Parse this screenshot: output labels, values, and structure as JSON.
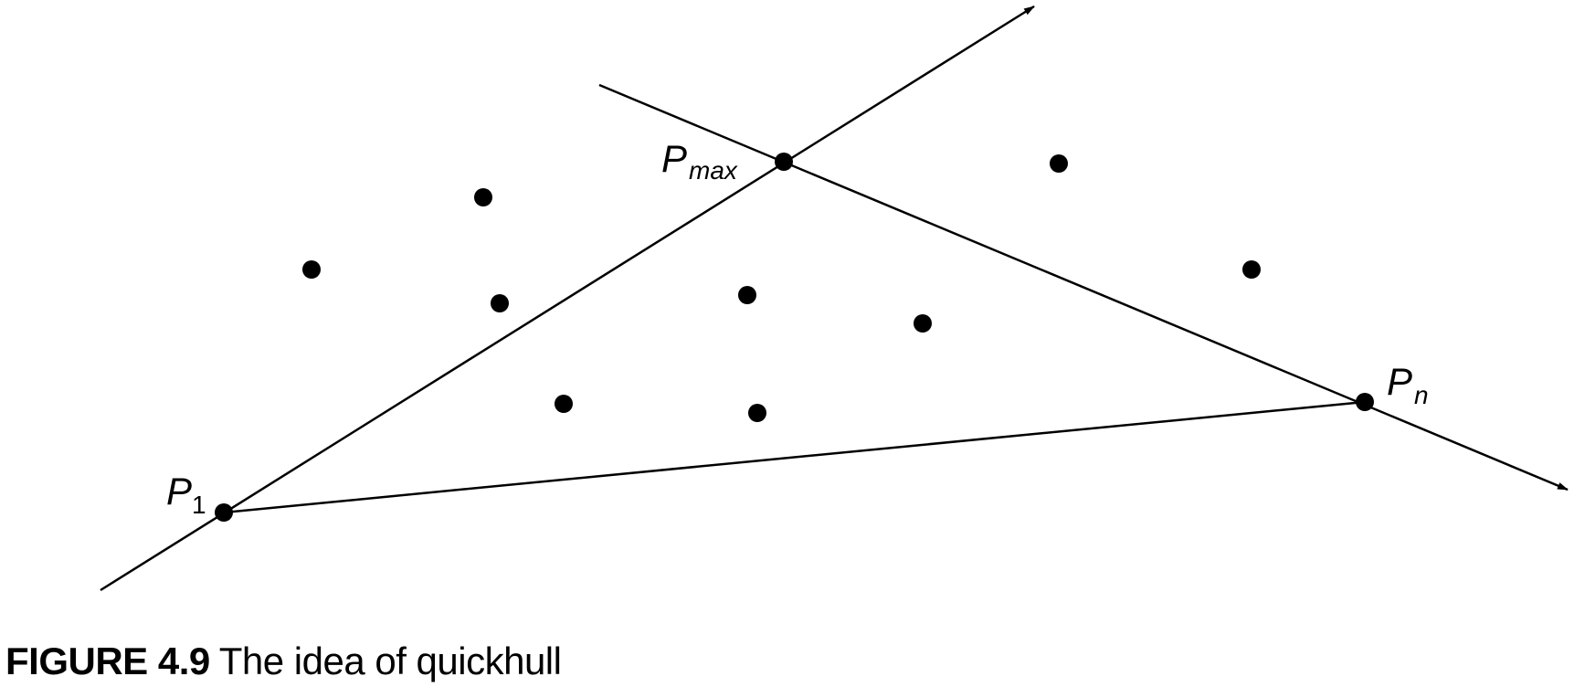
{
  "diagram": {
    "colors": {
      "ink": "#000000",
      "background": "#ffffff"
    },
    "labels": {
      "p1_base": "P",
      "p1_sub": "1",
      "pmax_base": "P",
      "pmax_sub": "max",
      "pn_base": "P",
      "pn_sub": "n"
    },
    "caption": {
      "number": "FIGURE 4.9",
      "text": "The idea of quickhull"
    }
  }
}
